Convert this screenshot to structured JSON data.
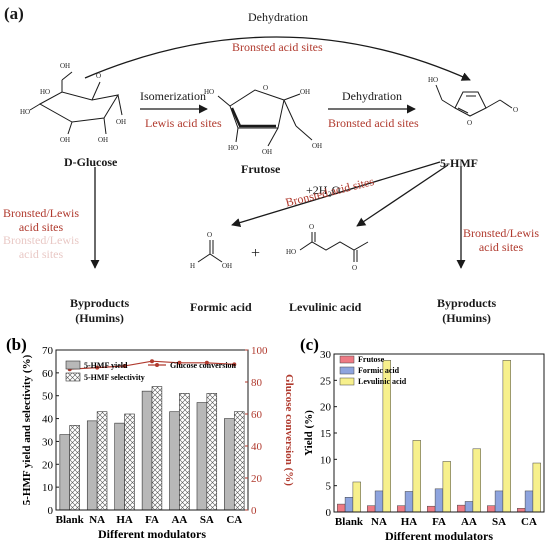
{
  "panel_a": {
    "label": "(a)",
    "top_arrow": {
      "label": "Dehydration",
      "sites": "Bronsted acid sites"
    },
    "step1": {
      "label": "Isomerization",
      "sites": "Lewis acid sites"
    },
    "step2": {
      "label": "Dehydration",
      "sites": "Bronsted acid sites"
    },
    "compounds": {
      "glucose": "D-Glucose",
      "frutose": "Frutose",
      "hmf": "5-HMF",
      "formic": "Formic acid",
      "levulinic": "Levulinic acid",
      "byproducts_left": "Byproducts\n(Humins)",
      "byproducts_right": "Byproducts\n(Humins)"
    },
    "left_side": "Bronsted/Lewis\nacid sites",
    "left_side_faded": "Bronsted/Lewis\nacid sites",
    "right_side": "Bronsted/Lewis\nacid sites",
    "water": {
      "label": "+2H₂O",
      "sites": "Bronsted acid sites"
    },
    "plus": "+",
    "colors": {
      "red": "#b03a2e",
      "black": "#1a1a1a"
    }
  },
  "chart_data": [
    {
      "panel": "(b)",
      "type": "bar",
      "xlabel": "Different modulators",
      "ylabel": "5-HMF yield and selectivity (%)",
      "y2label": "Glucose conversion (%)",
      "categories": [
        "Blank",
        "NA",
        "HA",
        "FA",
        "AA",
        "SA",
        "CA"
      ],
      "ylim": [
        0,
        70
      ],
      "yticks": [
        0,
        10,
        20,
        30,
        40,
        50,
        60,
        70
      ],
      "y2lim": [
        0,
        100
      ],
      "y2ticks": [
        0,
        20,
        40,
        60,
        80,
        100
      ],
      "series": [
        {
          "name": "5-HMF yield",
          "type": "bar",
          "color": "#b8b8b8",
          "values": [
            33,
            39,
            38,
            52,
            43,
            47,
            40
          ]
        },
        {
          "name": "5-HMF selectivity",
          "type": "bar-hatched",
          "color": "#ffffff",
          "values": [
            37,
            43,
            42,
            54,
            51,
            51,
            43
          ]
        },
        {
          "name": "Glucose conversion",
          "type": "line",
          "axis": "right",
          "color": "#b03a2e",
          "values": [
            88,
            89,
            90,
            93,
            92,
            92,
            91
          ]
        }
      ],
      "legend_position": "top-left",
      "grid": false
    },
    {
      "panel": "(c)",
      "type": "bar",
      "xlabel": "Different modulators",
      "ylabel": "Yield (%)",
      "categories": [
        "Blank",
        "NA",
        "HA",
        "FA",
        "AA",
        "SA",
        "CA"
      ],
      "ylim": [
        0,
        30
      ],
      "yticks": [
        0,
        5,
        10,
        15,
        20,
        25,
        30
      ],
      "series": [
        {
          "name": "Frutose",
          "color": "#ee7a84",
          "values": [
            1.5,
            1.2,
            1.2,
            1.1,
            1.3,
            1.2,
            0.7
          ]
        },
        {
          "name": "Formic acid",
          "color": "#8ea4de",
          "values": [
            2.8,
            4.0,
            3.9,
            4.4,
            2.0,
            4.0,
            4.0
          ]
        },
        {
          "name": "Levulinic acid",
          "color": "#f7f08c",
          "values": [
            5.7,
            28.8,
            13.6,
            9.6,
            12.0,
            28.8,
            9.3
          ]
        }
      ],
      "legend_position": "top-left",
      "grid": false
    }
  ]
}
